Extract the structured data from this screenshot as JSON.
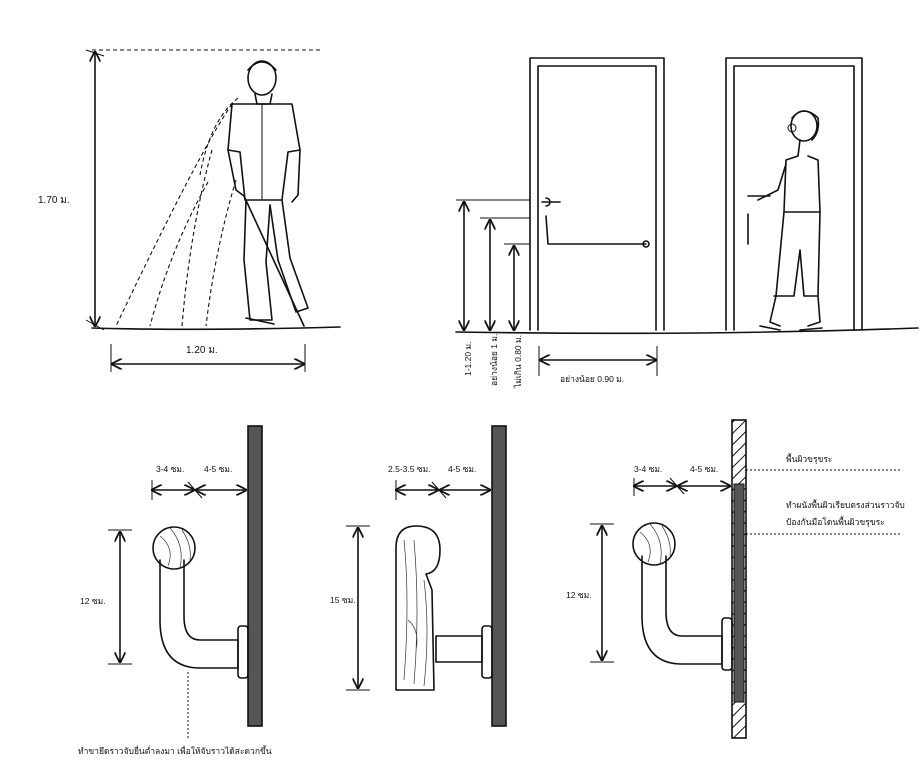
{
  "panel_cane": {
    "height_label": "1.70 ม.",
    "width_label": "1.20 ม."
  },
  "panel_door": {
    "handle_height_1": "1-1.20 ม.",
    "handle_height_2": "อย่างน้อย 1 ม.",
    "handle_height_3": "ไม่เกิน 0.80 ม.",
    "door_width_label": "อย่างน้อย 0.90 ม."
  },
  "rail_round": {
    "gap_label": "3-4 ซม.",
    "wall_label": "4-5 ซม.",
    "height_label": "12 ซม.",
    "note": "ทำขายึดราวจับยื่นต่ำลงมา  เพื่อให้จับราวได้สะดวกขึ้น"
  },
  "rail_oval": {
    "gap_label": "2.5-3.5 ซม.",
    "wall_label": "4-5 ซม.",
    "height_label": "15 ซม."
  },
  "rail_textured": {
    "gap_label": "3-4 ซม.",
    "wall_label": "4-5 ซม.",
    "height_label": "12 ซม.",
    "rough_surface_label": "พื้นผิวขรุขระ",
    "smooth_wall_note_1": "ทำผนังพื้นผิวเรียบตรงส่วนราวจับ",
    "smooth_wall_note_2": "ป้องกันมือโดนพื้นผิวขรุขระ"
  }
}
